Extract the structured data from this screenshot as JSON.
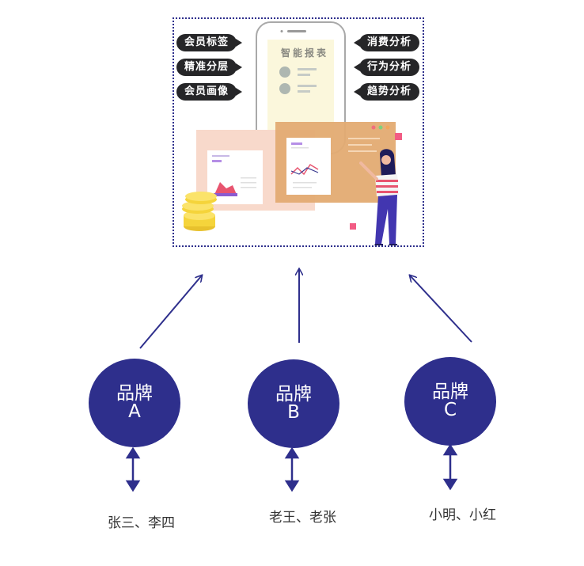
{
  "report_card": {
    "title": "智能报表",
    "left_tags": [
      "会员标签",
      "精准分层",
      "会员画像"
    ],
    "right_tags": [
      "消费分析",
      "行为分析",
      "趋势分析"
    ]
  },
  "brands": [
    {
      "line1": "品牌",
      "line2": "A",
      "members": "张三、李四"
    },
    {
      "line1": "品牌",
      "line2": "B",
      "members": "老王、老张"
    },
    {
      "line1": "品牌",
      "line2": "C",
      "members": "小明、小红"
    }
  ],
  "colors": {
    "node": "#2e2f8c",
    "arrow": "#2e2f8c",
    "tag_bg": "#262628"
  }
}
